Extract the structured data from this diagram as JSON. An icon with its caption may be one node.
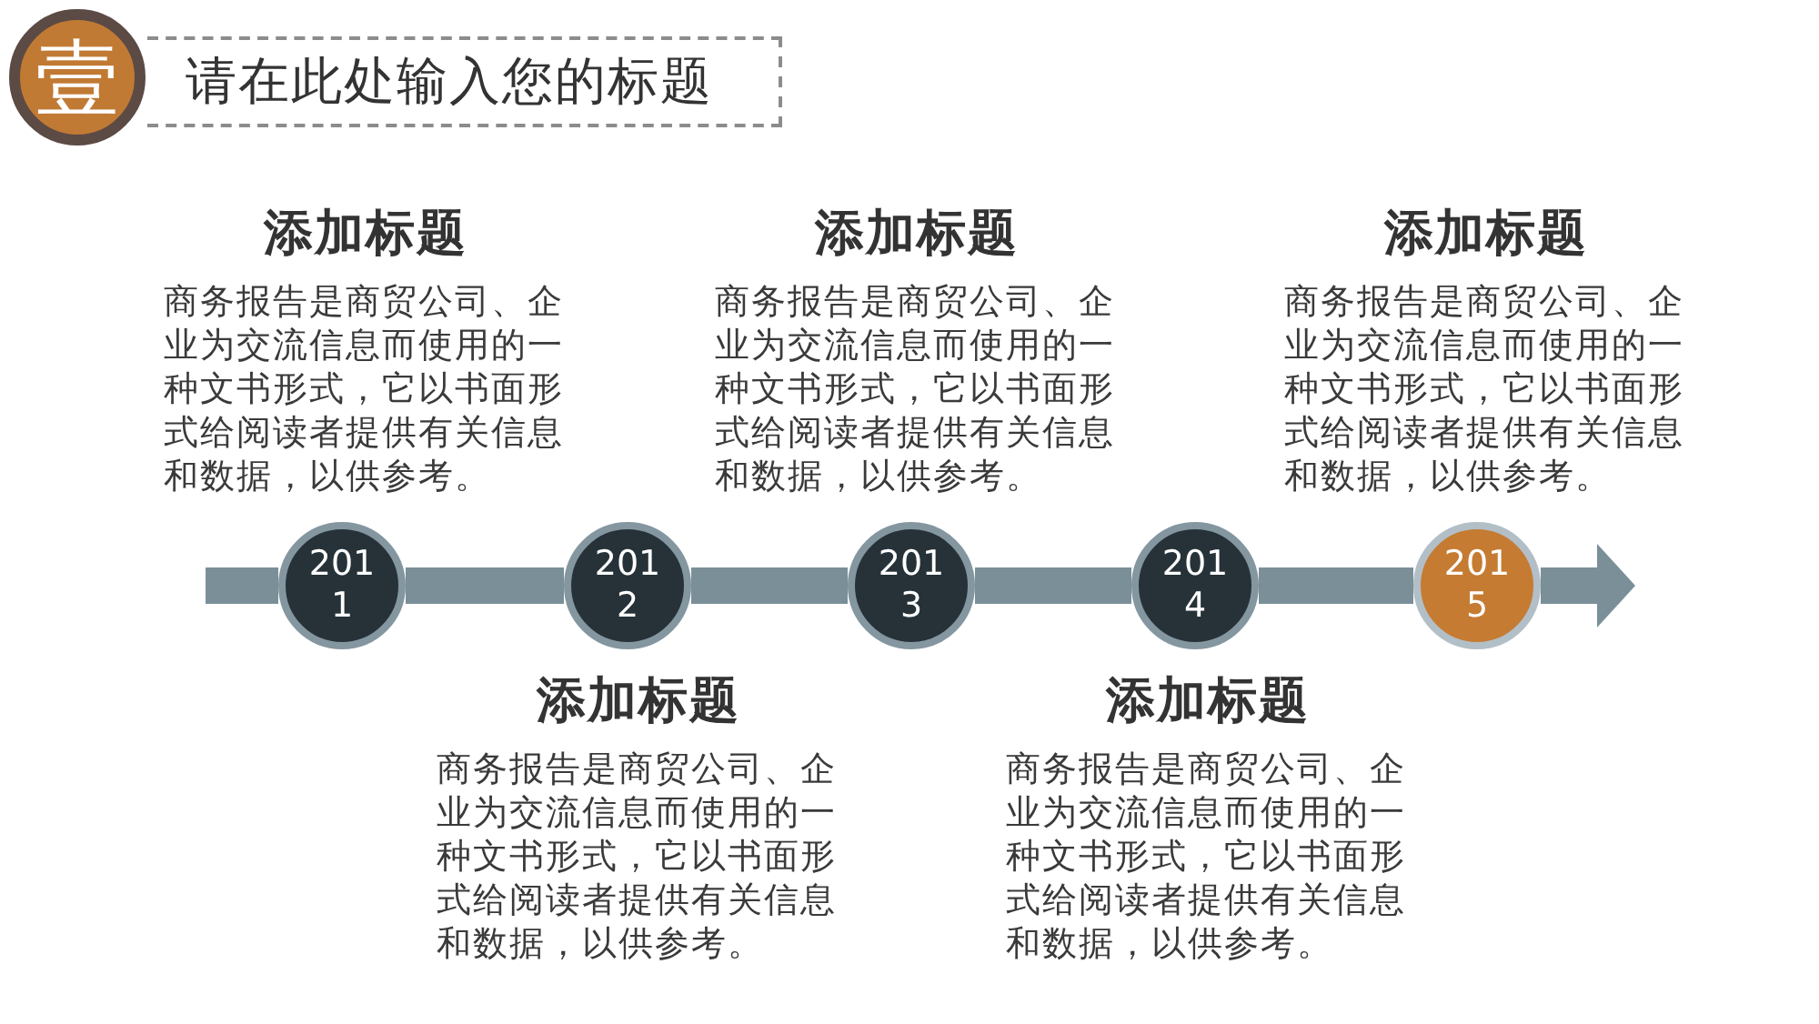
{
  "diagram": {
    "nodes": [
      {
        "text": [
          "壹"
        ]
      },
      {
        "text": [
          "请在此处输入您的标题"
        ]
      },
      {
        "text": [
          "2011"
        ],
        "beside": [
          "添加标题",
          "商务报告是商贸公司、企业为交流信息而使用的一种文书形式，它以书面形式给阅读者提供有关信息和数据，以供参考。"
        ]
      },
      {
        "text": [
          "2012"
        ],
        "beside": [
          "添加标题",
          "商务报告是商贸公司、企业为交流信息而使用的一种文书形式，它以书面形式给阅读者提供有关信息和数据，以供参考。"
        ]
      },
      {
        "text": [
          "2013"
        ],
        "beside": [
          "添加标题",
          "商务报告是商贸公司、企业为交流信息而使用的一种文书形式，它以书面形式给阅读者提供有关信息和数据，以供参考。"
        ]
      },
      {
        "text": [
          "2014"
        ],
        "beside": [
          "添加标题",
          "商务报告是商贸公司、企业为交流信息而使用的一种文书形式，它以书面形式给阅读者提供有关信息和数据，以供参考。"
        ]
      },
      {
        "text": [
          "2015"
        ],
        "beside": [
          "添加标题",
          "商务报告是商贸公司、企业为交流信息而使用的一种文书形式，它以书面形式给阅读者提供有关信息和数据，以供参考。"
        ]
      }
    ],
    "edges": [
      {
        "from": null,
        "to": 2,
        "arrow": "none"
      },
      {
        "from": 2,
        "to": 3,
        "arrow": "none"
      },
      {
        "from": 3,
        "to": 4,
        "arrow": "none"
      },
      {
        "from": 4,
        "to": 5,
        "arrow": "none"
      },
      {
        "from": 5,
        "to": 6,
        "arrow": "none"
      }
    ]
  }
}
